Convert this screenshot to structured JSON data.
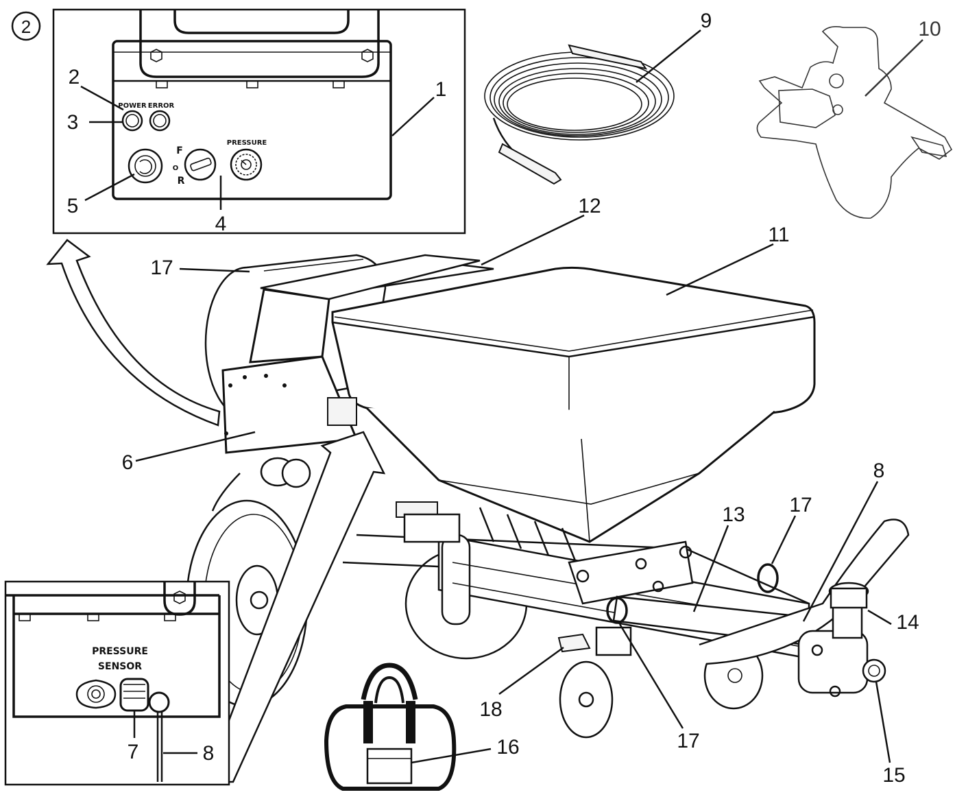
{
  "figure_number": "2",
  "callouts": {
    "c1": "1",
    "c2": "2",
    "c3": "3",
    "c4": "4",
    "c5": "5",
    "c6": "6",
    "c7": "7",
    "c8a": "8",
    "c8b": "8",
    "c9": "9",
    "c10": "10",
    "c11": "11",
    "c12": "12",
    "c13": "13",
    "c14": "14",
    "c15": "15",
    "c16": "16",
    "c17a": "17",
    "c17b": "17",
    "c17c": "17",
    "c18": "18"
  },
  "control_panel": {
    "power_label": "POWER",
    "error_label": "ERROR",
    "pressure_label": "PRESSURE",
    "switch_f": "F",
    "switch_o": "O",
    "switch_r": "R"
  },
  "sensor_panel": {
    "label_line1": "PRESSURE",
    "label_line2": "SENSOR"
  }
}
